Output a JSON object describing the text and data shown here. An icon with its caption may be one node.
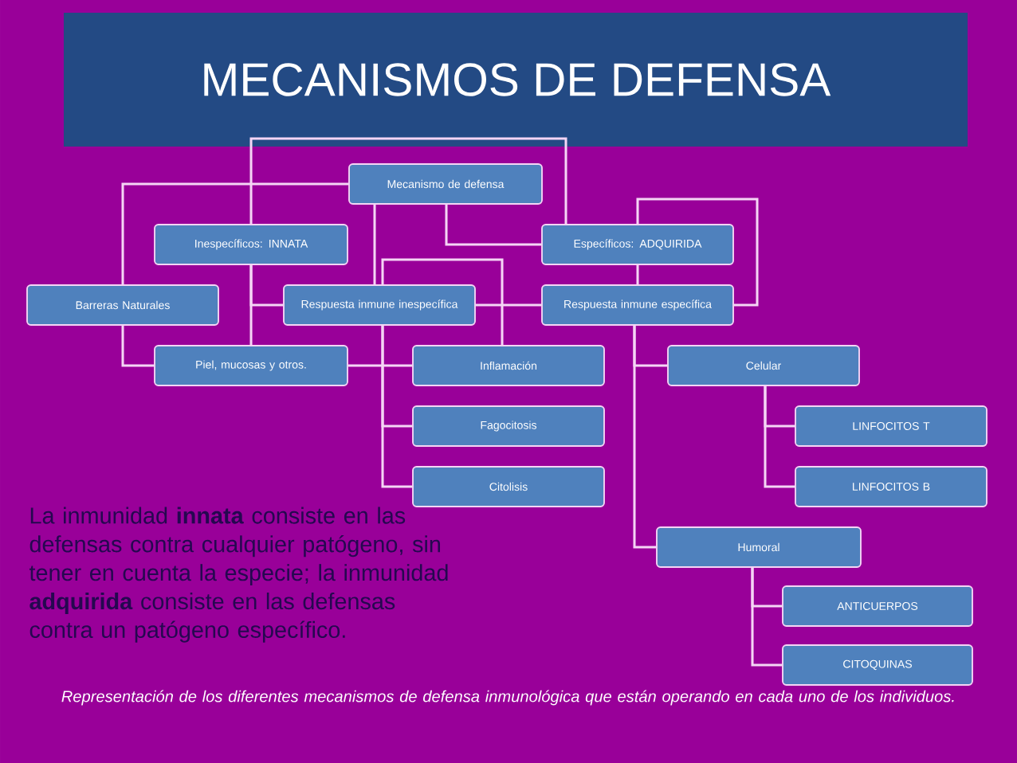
{
  "diagram": {
    "title": "MECANISMOS DE DEFENSA",
    "nodes": [
      {
        "text": [
          "Mecanismo de defensa"
        ]
      },
      {
        "text": [
          "Inespecíficos: INNATA"
        ]
      },
      {
        "text": [
          "Específicos: ADQUIRIDA"
        ]
      },
      {
        "text": [
          "Barreras Naturales"
        ]
      },
      {
        "text": [
          "Respuesta inmune inespecífica"
        ]
      },
      {
        "text": [
          "Respuesta inmune específica"
        ]
      },
      {
        "text": [
          "Piel, mucosas y otros."
        ]
      },
      {
        "text": [
          "Inflamación"
        ]
      },
      {
        "text": [
          "Celular"
        ]
      },
      {
        "text": [
          "Fagocitosis"
        ]
      },
      {
        "text": [
          "LINFOCITOS T"
        ]
      },
      {
        "text": [
          "Citolisis"
        ]
      },
      {
        "text": [
          "LINFOCITOS B"
        ]
      },
      {
        "text": [
          "Humoral"
        ]
      },
      {
        "text": [
          "ANTICUERPOS"
        ]
      },
      {
        "text": [
          "CITOQUINAS"
        ]
      }
    ],
    "edges": [
      {
        "from": 0,
        "to": 3,
        "arrow": "none"
      },
      {
        "from": 0,
        "to": 4,
        "arrow": "none"
      },
      {
        "from": 0,
        "to": 2,
        "arrow": "none"
      },
      {
        "from": 1,
        "to": 2,
        "arrow": "none"
      },
      {
        "from": 1,
        "to": 4,
        "arrow": "none"
      },
      {
        "from": 1,
        "to": 6,
        "arrow": "none"
      },
      {
        "from": 3,
        "to": 6,
        "arrow": "none"
      },
      {
        "from": 6,
        "to": 7,
        "arrow": "none"
      },
      {
        "from": 4,
        "to": 7,
        "arrow": "none"
      },
      {
        "from": 4,
        "to": 9,
        "arrow": "none"
      },
      {
        "from": 4,
        "to": 11,
        "arrow": "none"
      },
      {
        "from": 4,
        "to": 5,
        "arrow": "none"
      },
      {
        "from": 2,
        "to": 5,
        "arrow": "none"
      },
      {
        "from": 2,
        "to": 5,
        "arrow": "none"
      },
      {
        "from": 5,
        "to": 8,
        "arrow": "none"
      },
      {
        "from": 5,
        "to": 13,
        "arrow": "none"
      },
      {
        "from": 8,
        "to": 10,
        "arrow": "none"
      },
      {
        "from": 8,
        "to": 12,
        "arrow": "none"
      },
      {
        "from": 13,
        "to": 14,
        "arrow": "none"
      },
      {
        "from": 13,
        "to": 15,
        "arrow": "none"
      }
    ],
    "labels": [
      "La inmunidad **innata** consiste en las defensas contra cualquier patógeno, sin tener en cuenta la especie; la inmunidad **adquirida** consiste en las defensas contra un patógeno específico."
    ],
    "caption": "Representación de los diferentes mecanismos de defensa inmunológica que están operando en cada uno de los individuos."
  }
}
